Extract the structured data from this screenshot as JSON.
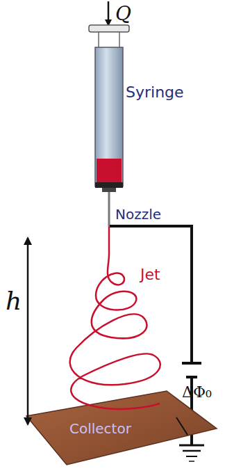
{
  "diagram": {
    "labels": [
      "Q",
      "Syringe",
      "Nozzle",
      "Jet",
      "ΔΦ₀",
      "h",
      "Collector"
    ]
  }
}
